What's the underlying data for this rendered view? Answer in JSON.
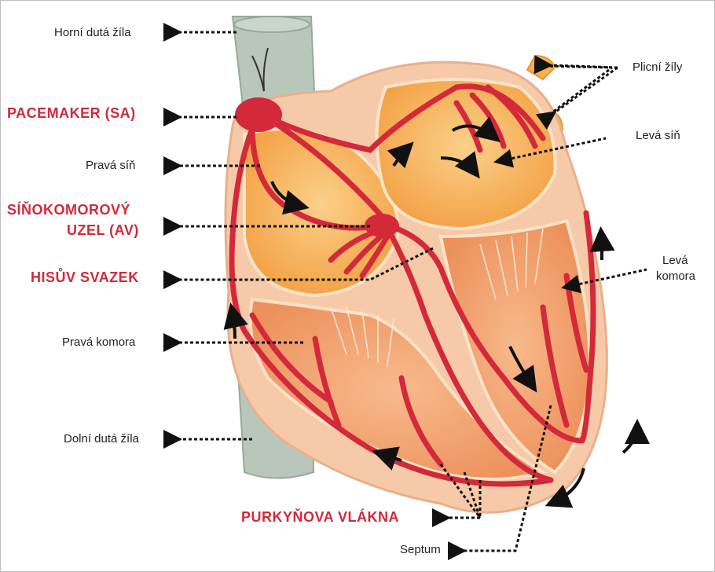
{
  "labels": {
    "horni_duta_zila": "Horní dutá žíla",
    "pacemaker": "PACEMAKER (SA)",
    "prava_sin": "Pravá síň",
    "av_line1": "SÍŇOKOMOROVÝ",
    "av_line2": "UZEL (AV)",
    "hisuv_svazek": "HISŮV SVAZEK",
    "prava_komora": "Pravá komora",
    "dolni_duta_zila": "Dolní dutá žíla",
    "purkynova_vlakna": "PURKYŇOVA VLÁKNA",
    "septum": "Septum",
    "plicni_zily": "Plicní žíly",
    "leva_sin": "Levá síň",
    "leva_komora_line1": "Levá",
    "leva_komora_line2": "komora"
  },
  "colors": {
    "conduction": "#d3293a",
    "vein": "#b9c7bb",
    "heart_outer": "#f6c9a8",
    "atrium": "#f6a94e",
    "ventricle": "#f0a070"
  }
}
